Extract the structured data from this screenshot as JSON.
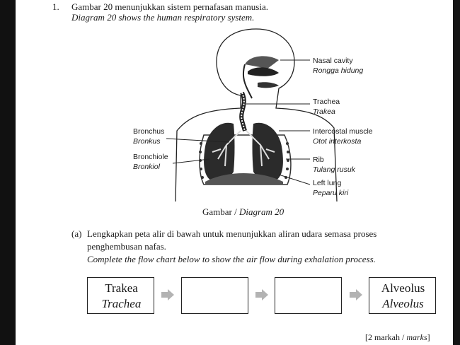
{
  "question": {
    "number": "1.",
    "title": "Gambar 20 menunjukkan sistem pernafasan manusia.",
    "intro": "Diagram 20 shows the human respiratory system."
  },
  "diagram": {
    "labels_right": [
      {
        "en": "Nasal cavity",
        "ms": "Rongga hidung"
      },
      {
        "en": "Trachea",
        "ms": "Trakea"
      },
      {
        "en": "Intercostal muscle",
        "ms": "Otot interkosta"
      },
      {
        "en": "Rib",
        "ms": "Tulang rusuk"
      },
      {
        "en": "Left lung",
        "ms": "Peparu kiri"
      }
    ],
    "labels_left": [
      {
        "en": "Bronchus",
        "ms": "Bronkus"
      },
      {
        "en": "Bronchiole",
        "ms": "Bronkiol"
      }
    ],
    "caption_ms": "Gambar / ",
    "caption_en": "Diagram 20"
  },
  "part_a": {
    "label": "(a)",
    "line1": "Lengkapkan peta alir di bawah untuk menunjukkan aliran udara semasa proses",
    "line2": "penghembusan nafas.",
    "line3": "Complete the flow chart below to show the air flow during exhalation process."
  },
  "flow_chart": {
    "box1": {
      "ms": "Trakea",
      "en": "Trachea"
    },
    "box2": "",
    "box3": "",
    "box4": {
      "ms": "Alveolus",
      "en": "Alveolus"
    },
    "arrow_color": "#b3b3b3"
  },
  "marks": {
    "ms": "[2 markah / ",
    "en": "marks",
    "close": "]"
  }
}
